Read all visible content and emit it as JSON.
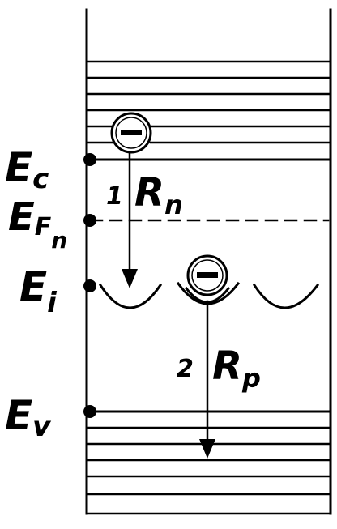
{
  "levels": {
    "ec": {
      "letter": "E",
      "sub": "c"
    },
    "efn": {
      "letter": "E",
      "sub": "F",
      "subsub": "n"
    },
    "ei": {
      "letter": "E",
      "sub": "i"
    },
    "ev": {
      "letter": "E",
      "sub": "v"
    }
  },
  "transitions": {
    "t1": {
      "number": "1",
      "letter": "R",
      "sub": "n"
    },
    "t2": {
      "number": "2",
      "letter": "R",
      "sub": "p"
    }
  },
  "colors": {
    "ink": "#000000",
    "background": "#ffffff"
  },
  "icons": {
    "electron": "electron-minus-circle-icon"
  }
}
